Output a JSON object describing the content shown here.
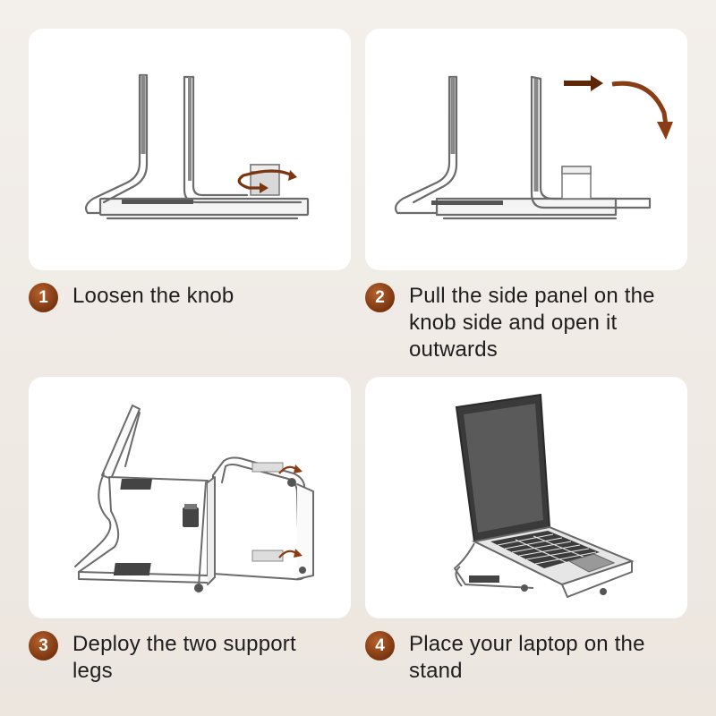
{
  "colors": {
    "accent": "#8a3d14",
    "panel": "#ffffff",
    "background": "#efe9e3",
    "line": "#6b6b6b"
  },
  "steps": [
    {
      "number": "1",
      "text": "Loosen the knob"
    },
    {
      "number": "2",
      "text": "Pull the side panel on the knob side and open it outwards"
    },
    {
      "number": "3",
      "text": "Deploy the two support legs"
    },
    {
      "number": "4",
      "text": "Place your laptop on the stand"
    }
  ],
  "icons": {
    "step1": [
      "stand-side-view",
      "knob",
      "rotate-arrow-icon"
    ],
    "step2": [
      "stand-side-view",
      "knob",
      "pull-arrow-icon",
      "open-arrow-icon"
    ],
    "step3": [
      "stand-unfolded",
      "support-leg",
      "rotate-arrow-icon"
    ],
    "step4": [
      "laptop",
      "stand-unfolded"
    ]
  }
}
